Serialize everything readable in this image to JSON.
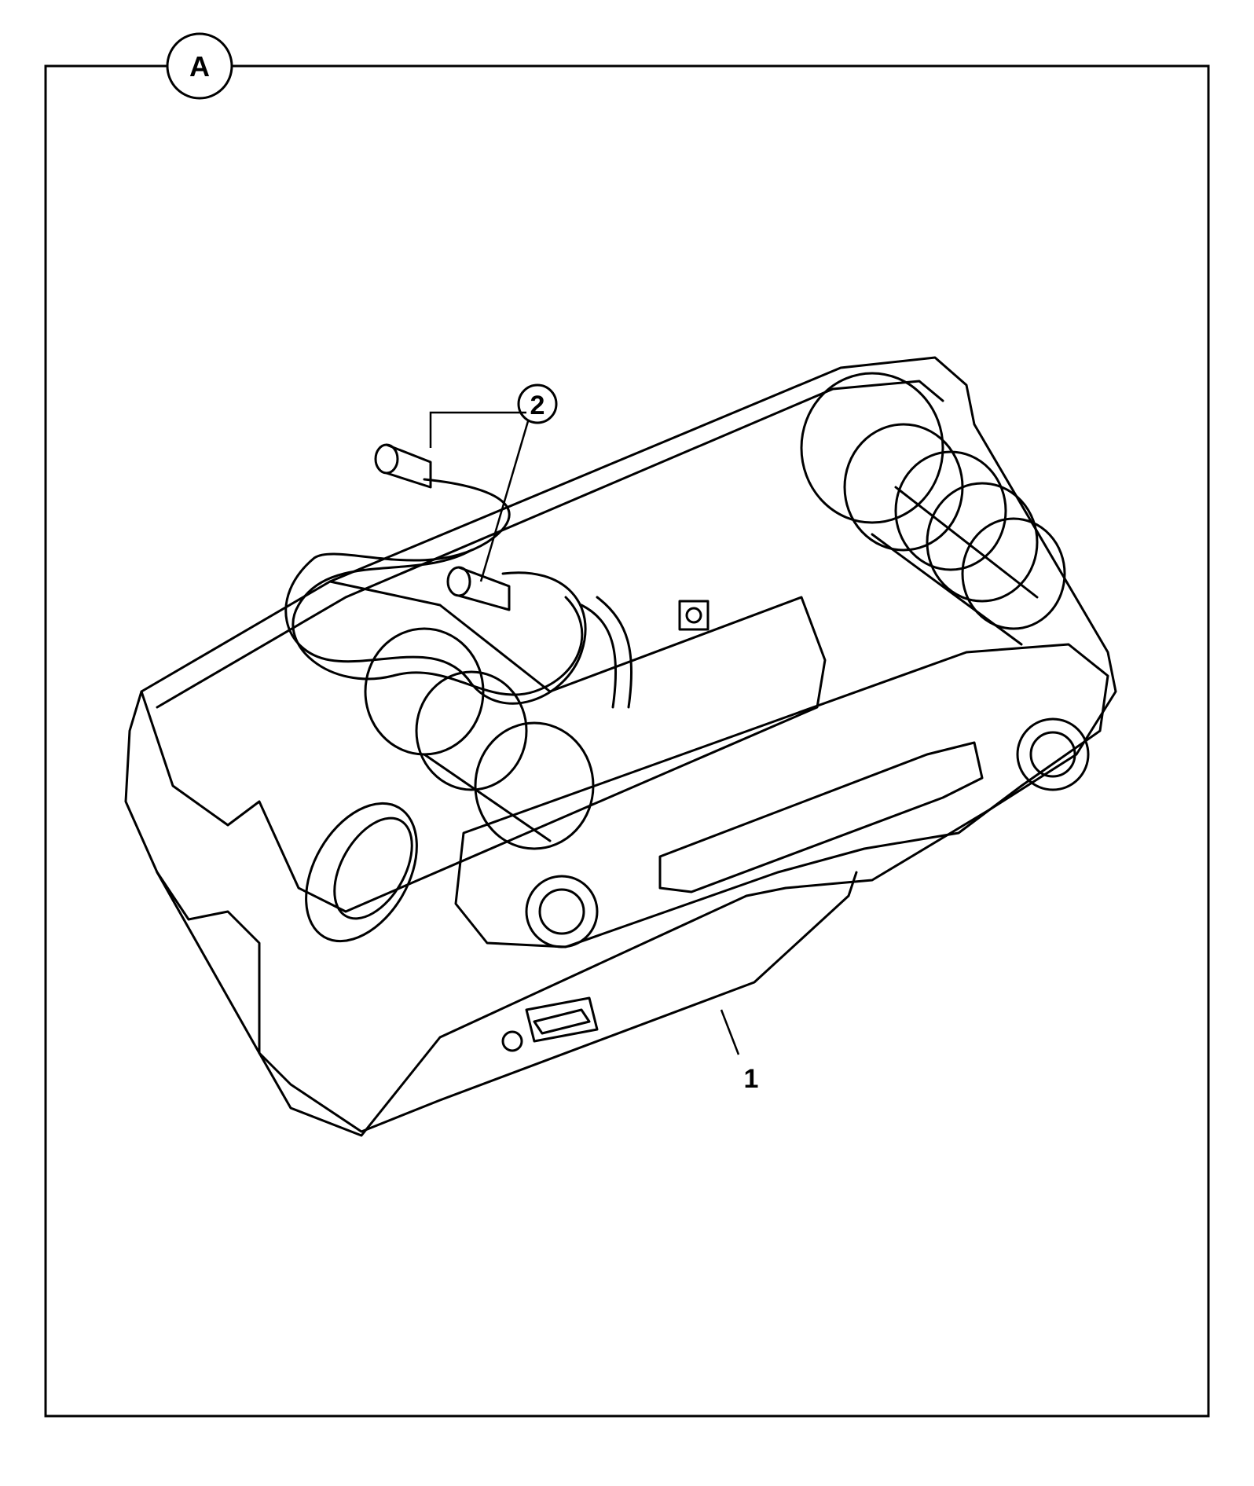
{
  "figure": {
    "view_label": "A",
    "callouts": [
      {
        "number": "1"
      },
      {
        "number": "2"
      }
    ]
  },
  "colors": {
    "line": "#000000",
    "background": "#ffffff"
  }
}
